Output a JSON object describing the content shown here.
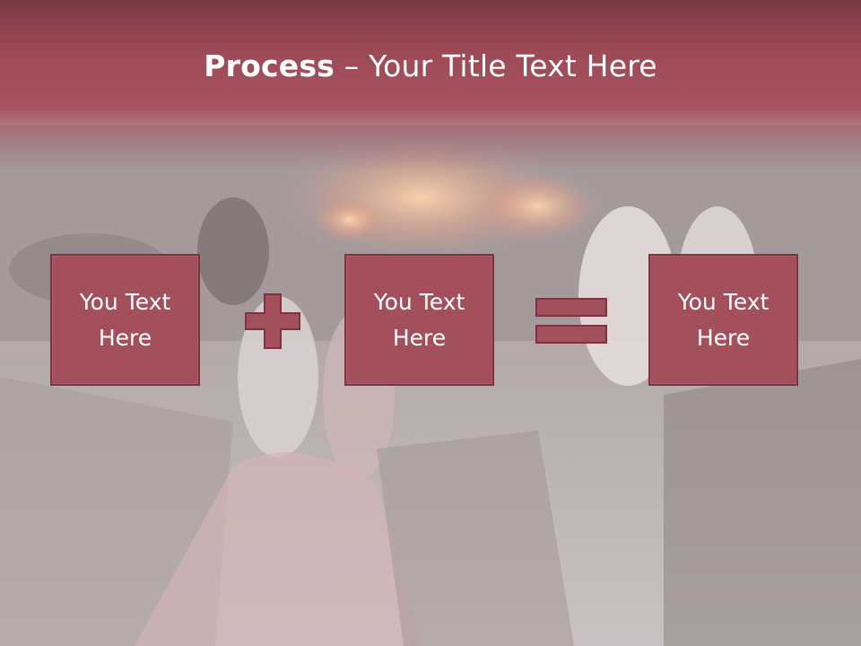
{
  "slide": {
    "title_bold": "Process",
    "title_rest": " – Your Title Text Here"
  },
  "process": {
    "boxes": [
      {
        "text": "You Text\nHere"
      },
      {
        "text": "You Text\nHere"
      },
      {
        "text": "You Text\nHere"
      }
    ],
    "operators": [
      "plus-icon",
      "equals-icon"
    ]
  },
  "colors": {
    "accent": "#a44f5c",
    "accent_border": "#7d3341",
    "header_dark": "#7a3a45",
    "text": "#ffffff"
  }
}
